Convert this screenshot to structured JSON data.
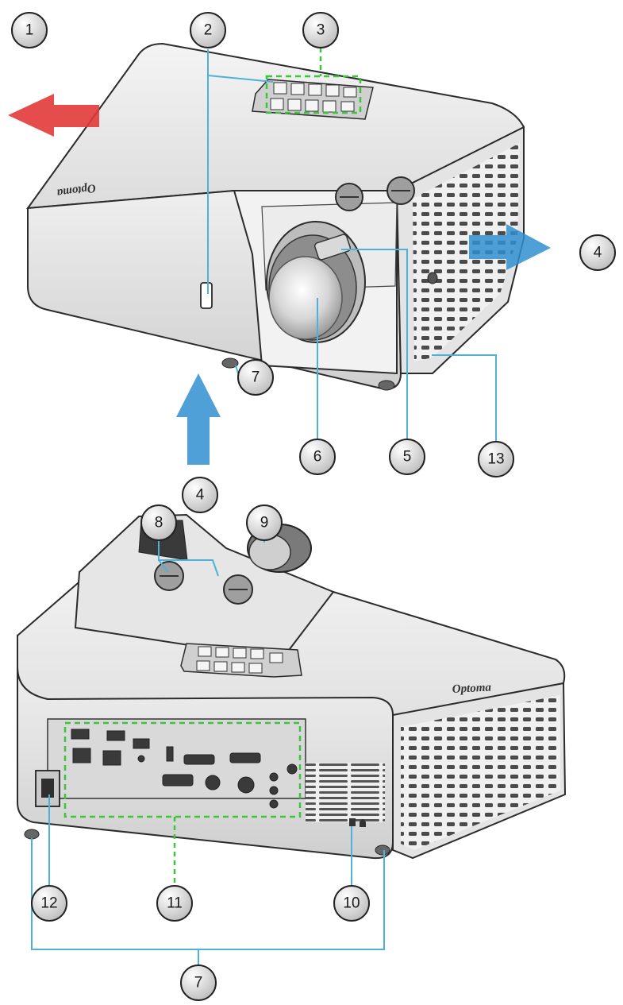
{
  "diagram": {
    "callouts_top": [
      {
        "id": "c1",
        "label": "1"
      },
      {
        "id": "c2",
        "label": "2"
      },
      {
        "id": "c3",
        "label": "3"
      },
      {
        "id": "c4a",
        "label": "4"
      },
      {
        "id": "c4b",
        "label": "4"
      },
      {
        "id": "c5",
        "label": "5"
      },
      {
        "id": "c6",
        "label": "6"
      },
      {
        "id": "c7a",
        "label": "7"
      },
      {
        "id": "c13",
        "label": "13"
      }
    ],
    "callouts_bottom": [
      {
        "id": "c8",
        "label": "8"
      },
      {
        "id": "c9",
        "label": "9"
      },
      {
        "id": "c10",
        "label": "10"
      },
      {
        "id": "c11",
        "label": "11"
      },
      {
        "id": "c12",
        "label": "12"
      },
      {
        "id": "c7b",
        "label": "7"
      }
    ],
    "brand_logo_text": "Optoma",
    "colors": {
      "leader_line": "#4fb0d8",
      "dashed_frame": "#3cc43c",
      "exhaust_arrow": "#e23a3a",
      "intake_arrow": "#2f8fd0",
      "body": "#e9e9e9",
      "outline": "#2b2b2b"
    }
  }
}
